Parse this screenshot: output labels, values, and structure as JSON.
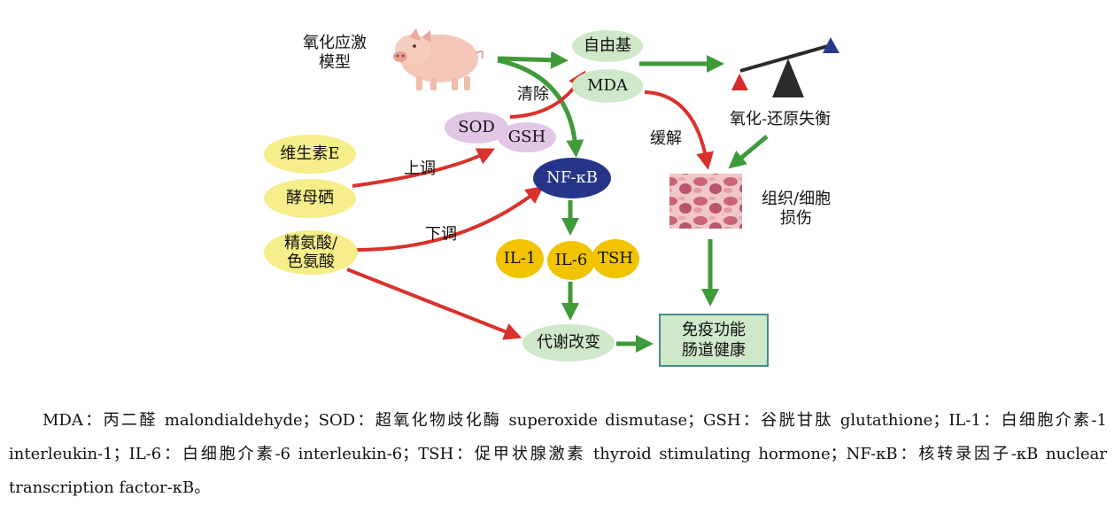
{
  "nodes": {
    "stress_model": [
      "氧化应激",
      "模型"
    ],
    "free_radical": "自由基",
    "mda": "MDA",
    "clear": "清除",
    "sod": "SOD",
    "gsh": "GSH",
    "vitamin_e": "维生素E",
    "yeast_se": "酵母硒",
    "upregulate": "上调",
    "nfkb": "NF-κB",
    "downregulate": "下调",
    "amino_acids": [
      "精氨酸/",
      "色氨酸"
    ],
    "il1": "IL-1",
    "il6": "IL-6",
    "tsh": "TSH",
    "metabolic_change": "代谢改变",
    "immune_gut": [
      "免疫功能",
      "肠道健康"
    ],
    "imbalance": "氧化-还原失衡",
    "relieve": "缓解",
    "tissue_damage": [
      "组织/细胞",
      "损伤"
    ]
  },
  "colors": {
    "red_arrow": "#d9312b",
    "green_arrow": "#3f9a3a",
    "yellow_node": "#f5ee8a",
    "green_node": "#cfe8c9",
    "purple_node": "#e2c6e6",
    "gold_node": "#f2c400",
    "navy_node": "#24358a",
    "balance_red": "#d42a2a",
    "balance_blue": "#2b3a8e",
    "fulcrum": "#2a2a2a"
  },
  "icons": [
    "pig-icon",
    "balance-scale-icon",
    "tissue-micrograph-icon"
  ],
  "caption": "MDA：丙二醛 malondialdehyde；SOD：超氧化物歧化酶 superoxide dismutase；GSH：谷胱甘肽 glutathione；IL-1：白细胞介素-1 interleukin-1；IL-6：白细胞介素-6 interleukin-6；TSH：促甲状腺激素 thyroid stimulating hormone；NF-κB：核转录因子-κB nuclear transcription factor-κB。"
}
